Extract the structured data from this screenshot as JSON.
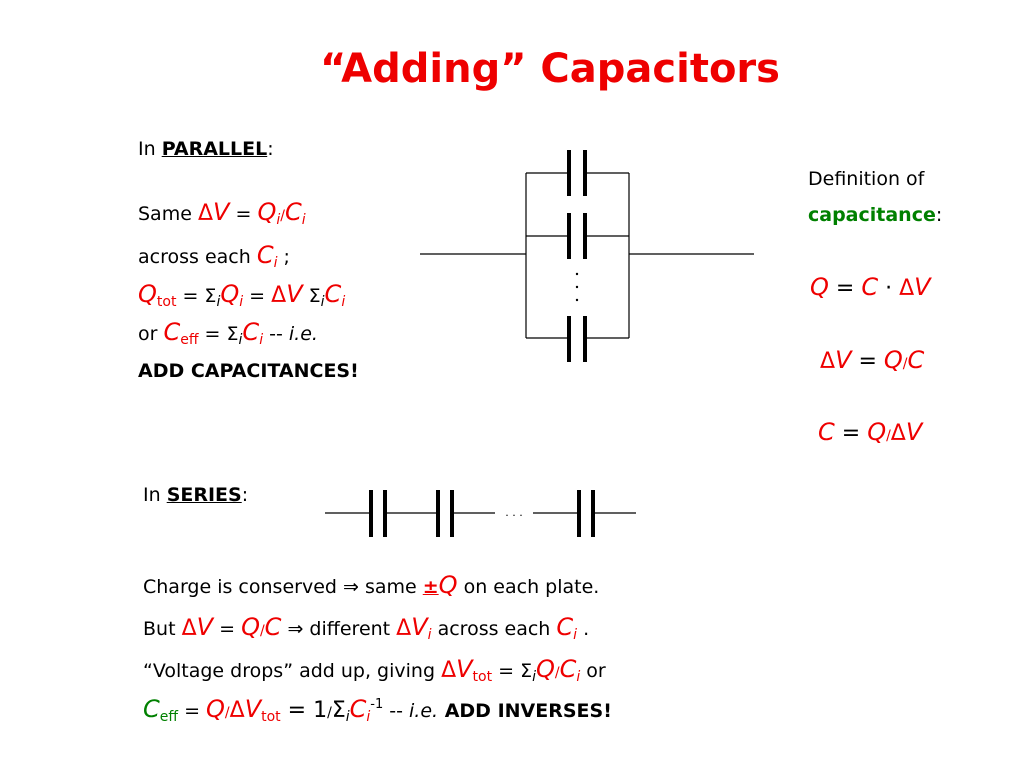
{
  "title": "“Adding” Capacitors",
  "parallel": {
    "heading_in": "In ",
    "heading_word": "PARALLEL",
    "heading_colon": ":",
    "line1_same": "Same ",
    "line1_delta": "Δ",
    "line1_V": "V",
    "line1_eq": " = ",
    "line1_Q": "Q",
    "line1_i1": "i",
    "line1_slash": "/",
    "line1_C": "C",
    "line1_i2": "i",
    "line2_text": "across each ",
    "line2_C": "C",
    "line2_i": "i",
    "line2_semi": " ;",
    "line3_Q": "Q",
    "line3_tot": "tot",
    "line3_eq1": " = Σ",
    "line3_i1": "i",
    "line3_Q2": "Q",
    "line3_i2": "i",
    "line3_eq2": " = ",
    "line3_delta": "Δ",
    "line3_V": "V",
    "line3_sigma": " Σ",
    "line3_i3": "i",
    "line3_C": "C",
    "line3_i4": "i",
    "line4_or": "or   ",
    "line4_C": "C",
    "line4_eff": "eff",
    "line4_eq": " = Σ",
    "line4_i1": "i",
    "line4_C2": "C",
    "line4_i2": "i",
    "line4_dash": "  --  ",
    "line4_ie": "i.e.",
    "line5": "ADD CAPACITANCES!"
  },
  "definition": {
    "line1": "Definition of",
    "line2_word": "capacitance",
    "line2_colon": ":",
    "eq1": {
      "Q": "Q",
      "eq": " = ",
      "C": "C",
      "dot": " · ",
      "delta": "Δ",
      "V": "V"
    },
    "eq2": {
      "delta": "Δ",
      "V": "V",
      "eq": " = ",
      "Q": "Q",
      "slash": "/",
      "C": "C"
    },
    "eq3": {
      "C": "C",
      "eq": " = ",
      "Q": "Q",
      "slash": "/",
      "delta": "Δ",
      "V": "V"
    }
  },
  "series": {
    "heading_in": "In ",
    "heading_word": "SERIES",
    "heading_colon": ":",
    "dots": ". . .",
    "line1_a": "Charge is conserved  ⇒  same ",
    "line1_pm": "±",
    "line1_Q": "Q",
    "line1_b": " on each plate.",
    "line2_but": "But ",
    "line2_delta": "Δ",
    "line2_V": "V",
    "line2_eq": " = ",
    "line2_Q": "Q",
    "line2_slash": "/",
    "line2_C": "C",
    "line2_mid": "  ⇒  different  ",
    "line2_delta2": "Δ",
    "line2_V2": "V",
    "line2_i": "i",
    "line2_across": "  across each ",
    "line2_C2": "C",
    "line2_i2": "i",
    "line2_end": " .",
    "line3_a": "“Voltage drops” add up, giving  ",
    "line3_delta": "Δ",
    "line3_V": "V",
    "line3_tot": "tot",
    "line3_eq": " = Σ",
    "line3_i1": "i",
    "line3_Q": "Q",
    "line3_slash": "/",
    "line3_C": "C",
    "line3_i2": "i",
    "line3_or": "  or",
    "line4_C": "C",
    "line4_eff": "eff",
    "line4_eq": " = ",
    "line4_Q": "Q",
    "line4_slash": "/",
    "line4_delta": "Δ",
    "line4_V": "V",
    "line4_tot": "tot",
    "line4_eq2": " = 1",
    "line4_slash2": "/",
    "line4_sigma": "Σ",
    "line4_i": "i",
    "line4_Cc": "C",
    "line4_i2": "i",
    "line4_sup": "-1",
    "line4_dash": "   -- ",
    "line4_ie": "i.e.",
    "line4_add": " ADD INVERSES!"
  },
  "parallel_circuit": {
    "dots": ". . ."
  },
  "colors": {
    "red": "#ee0000",
    "green": "#008000",
    "wire": "#000000"
  }
}
